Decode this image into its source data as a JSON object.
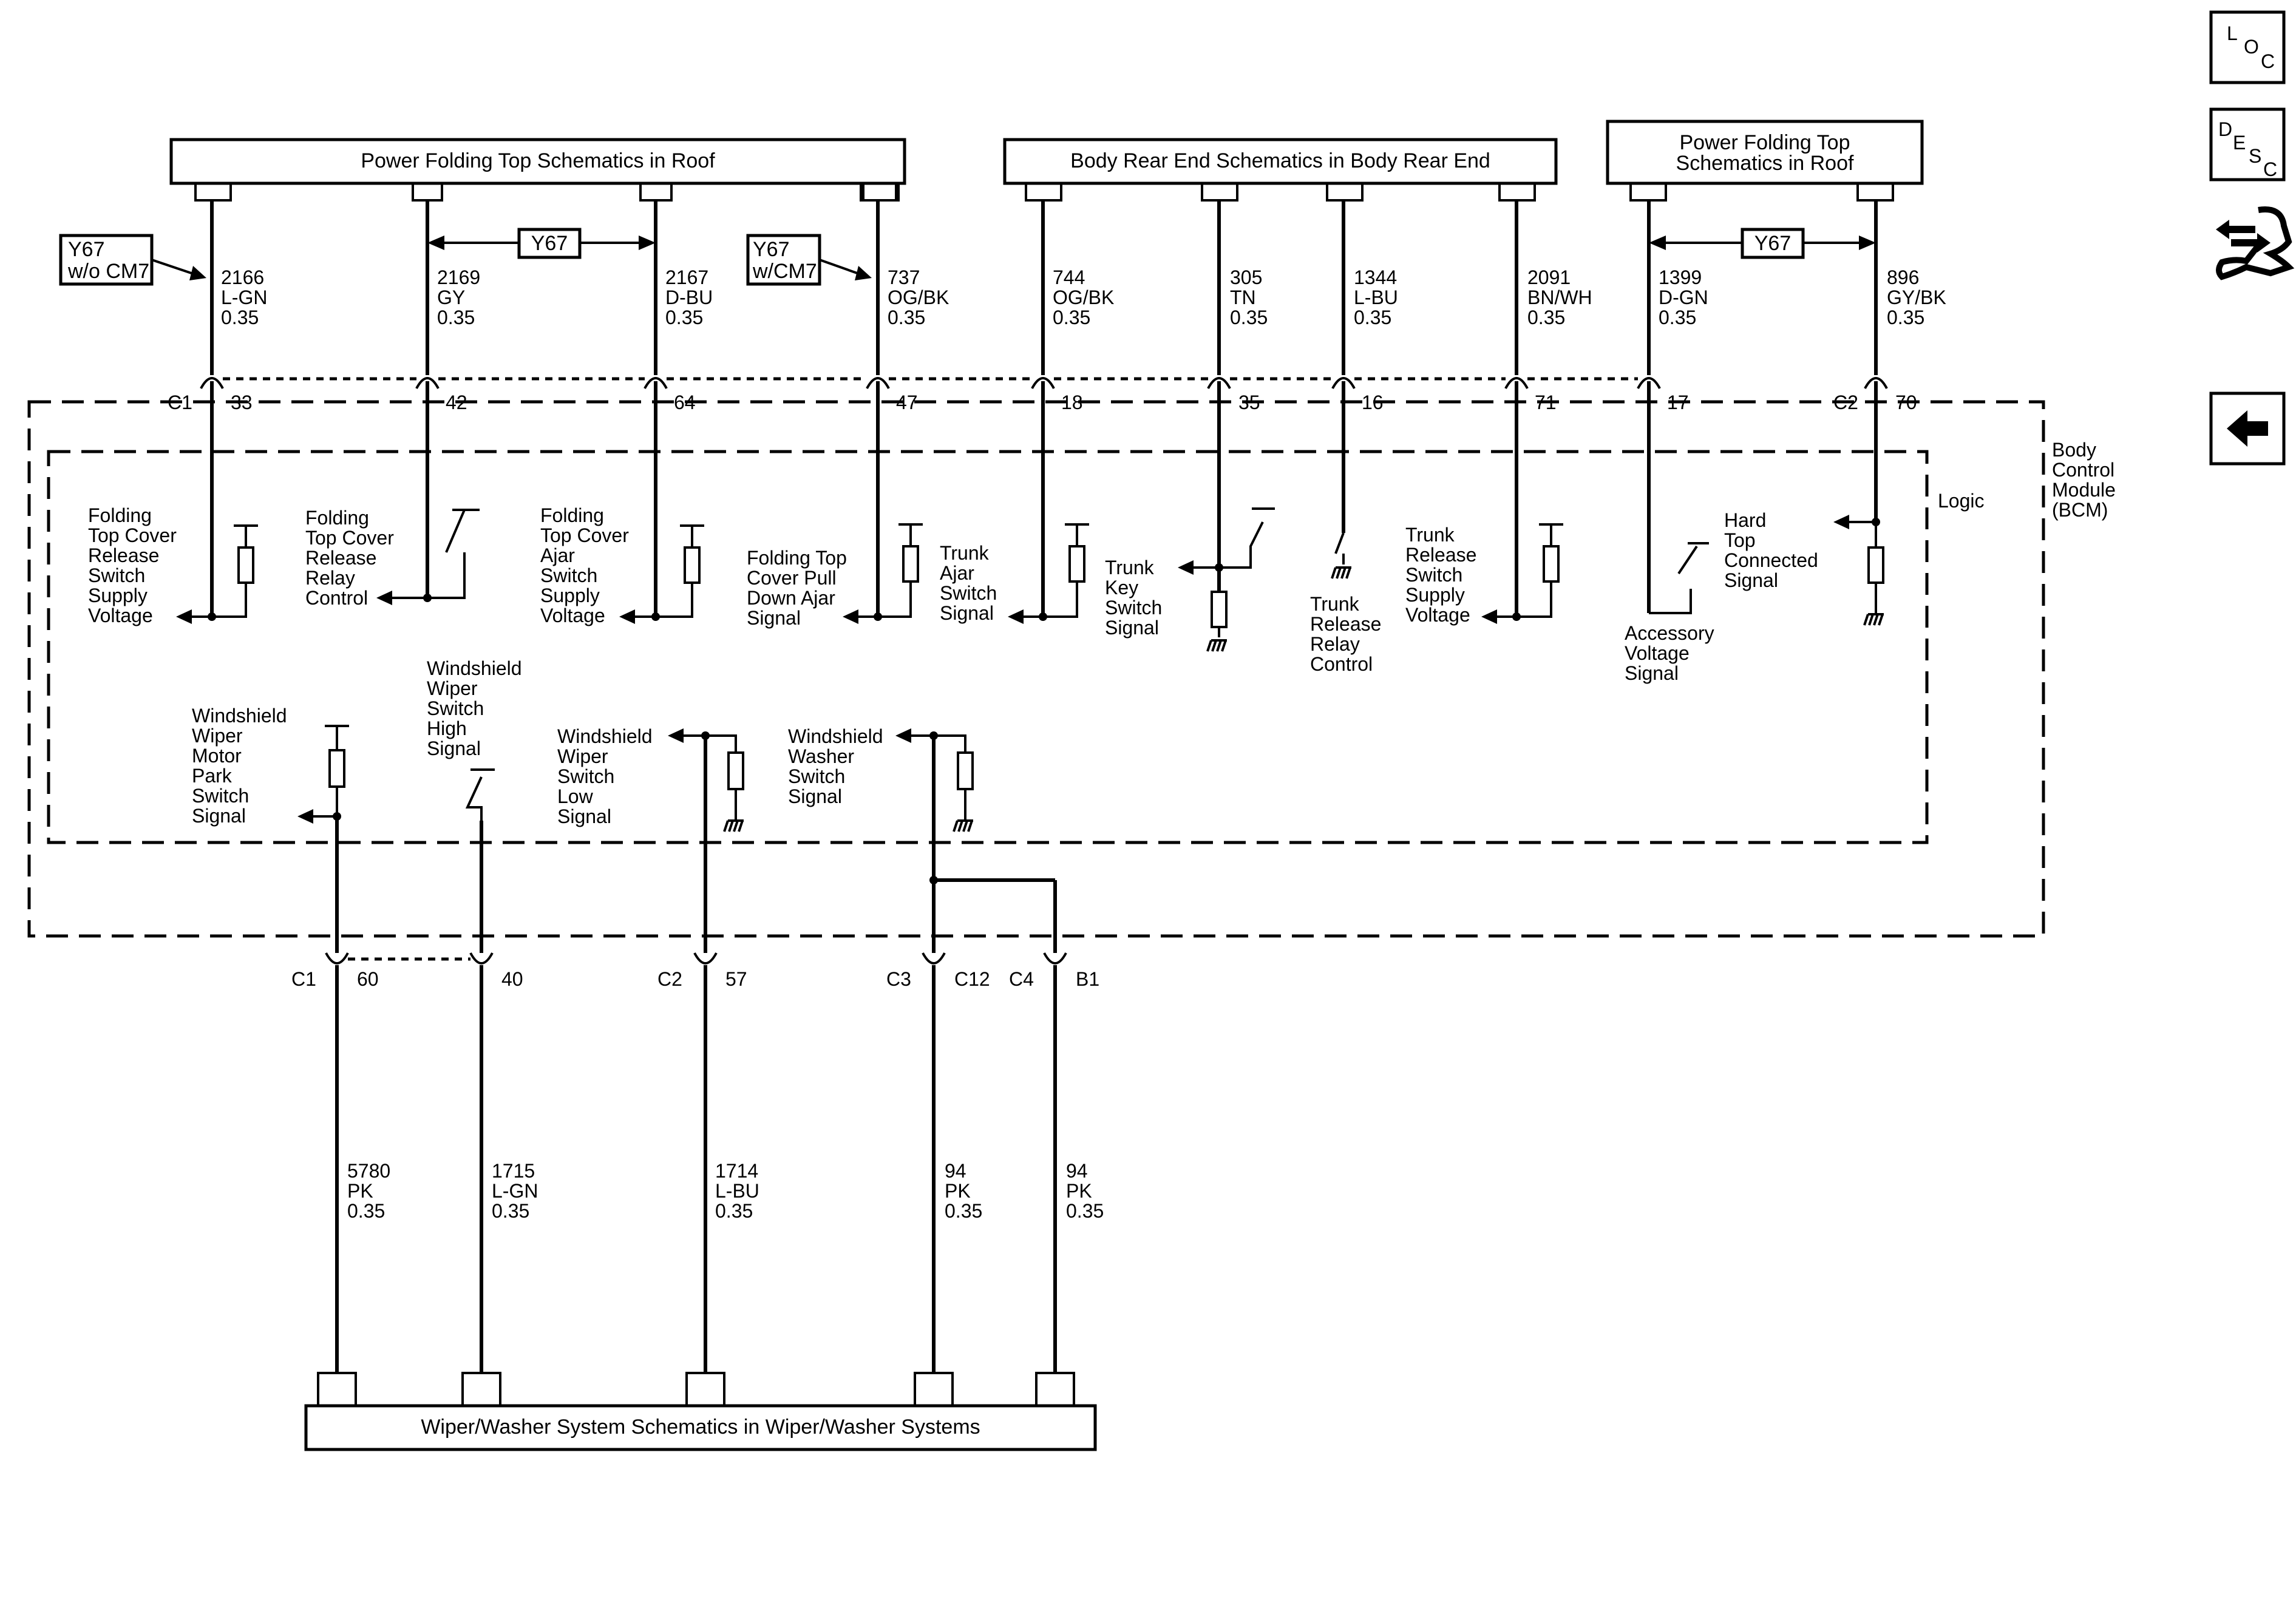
{
  "headers": {
    "h1": "Power Folding Top Schematics in Roof",
    "h2": "Body Rear End Schematics in Body Rear End",
    "h3_line1": "Power Folding Top",
    "h3_line2": "Schematics in Roof",
    "bottom": "Wiper/Washer System Schematics in Wiper/Washer Systems"
  },
  "options": {
    "y67_wo_line1": "Y67",
    "y67_wo_line2": "w/o CM7",
    "y67_w_line1": "Y67",
    "y67_w_line2": "w/CM7",
    "y67_a": "Y67",
    "y67_b": "Y67"
  },
  "wires": [
    {
      "circuit": "2166",
      "color": "L-GN",
      "size": "0.35",
      "pin": "33"
    },
    {
      "circuit": "2169",
      "color": "GY",
      "size": "0.35",
      "pin": "42"
    },
    {
      "circuit": "2167",
      "color": "D-BU",
      "size": "0.35",
      "pin": "64"
    },
    {
      "circuit": "737",
      "color": "OG/BK",
      "size": "0.35",
      "pin": "47"
    },
    {
      "circuit": "744",
      "color": "OG/BK",
      "size": "0.35",
      "pin": "18"
    },
    {
      "circuit": "305",
      "color": "TN",
      "size": "0.35",
      "pin": "35"
    },
    {
      "circuit": "1344",
      "color": "L-BU",
      "size": "0.35",
      "pin": "16"
    },
    {
      "circuit": "2091",
      "color": "BN/WH",
      "size": "0.35",
      "pin": "71"
    },
    {
      "circuit": "1399",
      "color": "D-GN",
      "size": "0.35",
      "pin": "17"
    },
    {
      "circuit": "896",
      "color": "GY/BK",
      "size": "0.35",
      "pin": "70"
    }
  ],
  "bottom_wires": [
    {
      "circuit": "5780",
      "color": "PK",
      "size": "0.35",
      "pin": "60"
    },
    {
      "circuit": "1715",
      "color": "L-GN",
      "size": "0.35",
      "pin": "40"
    },
    {
      "circuit": "1714",
      "color": "L-BU",
      "size": "0.35",
      "pin": "57"
    },
    {
      "circuit": "94",
      "color": "PK",
      "size": "0.35",
      "pin": "C12"
    },
    {
      "circuit": "94",
      "color": "PK",
      "size": "0.35",
      "pin": "B1"
    }
  ],
  "connectors": {
    "c1_top": "C1",
    "c2_top": "C2",
    "c1_bot": "C1",
    "c2_bot": "C2",
    "c3_bot": "C3",
    "c4_bot": "C4"
  },
  "module": {
    "line1": "Body",
    "line2": "Control",
    "line3": "Module",
    "line4": "(BCM)",
    "logic": "Logic"
  },
  "signals": {
    "s1": [
      "Folding",
      "Top Cover",
      "Release",
      "Switch",
      "Supply",
      "Voltage"
    ],
    "s2": [
      "Folding",
      "Top Cover",
      "Release",
      "Relay",
      "Control"
    ],
    "s3": [
      "Folding",
      "Top Cover",
      "Ajar",
      "Switch",
      "Supply",
      "Voltage"
    ],
    "s4": [
      "Folding Top",
      "Cover Pull",
      "Down Ajar",
      "Signal"
    ],
    "s5": [
      "Trunk",
      "Ajar",
      "Switch",
      "Signal"
    ],
    "s6": [
      "Trunk",
      "Key",
      "Switch",
      "Signal"
    ],
    "s7": [
      "Trunk",
      "Release",
      "Relay",
      "Control"
    ],
    "s8": [
      "Trunk",
      "Release",
      "Switch",
      "Supply",
      "Voltage"
    ],
    "s9": [
      "Accessory",
      "Voltage",
      "Signal"
    ],
    "s10": [
      "Hard",
      "Top",
      "Connected",
      "Signal"
    ],
    "s11": [
      "Windshield",
      "Wiper",
      "Motor",
      "Park",
      "Switch",
      "Signal"
    ],
    "s12": [
      "Windshield",
      "Wiper",
      "Switch",
      "High",
      "Signal"
    ],
    "s13": [
      "Windshield",
      "Wiper",
      "Switch",
      "Low",
      "Signal"
    ],
    "s14": [
      "Windshield",
      "Washer",
      "Switch",
      "Signal"
    ]
  },
  "nav": {
    "loc": [
      "L",
      "O",
      "C"
    ],
    "desc": [
      "D",
      "E",
      "S",
      "C"
    ]
  }
}
